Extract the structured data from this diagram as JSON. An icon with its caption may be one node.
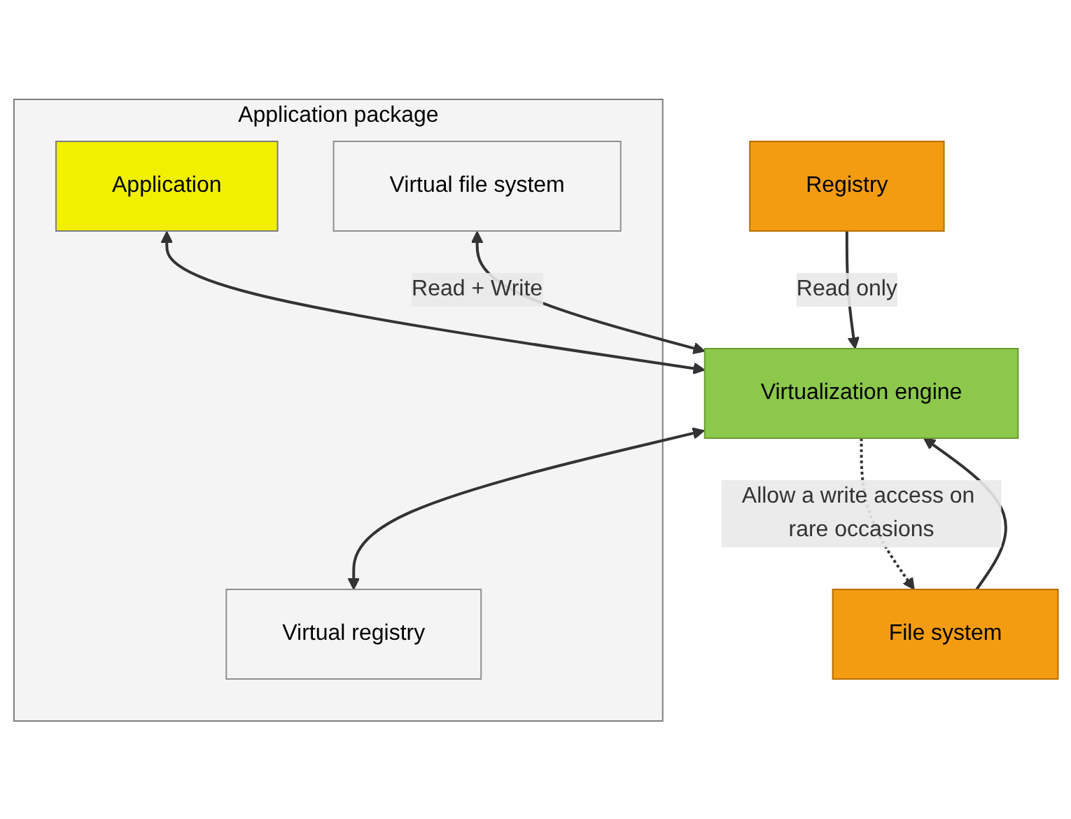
{
  "diagram": {
    "nodes": [
      {
        "text": [
          "Application package"
        ]
      },
      {
        "text": [
          "Application"
        ],
        "in": 0
      },
      {
        "text": [
          "Virtual registry"
        ],
        "in": 0
      },
      {
        "text": [
          "Virtual file system"
        ],
        "in": 0
      },
      {
        "text": [
          "Virtualization engine"
        ]
      },
      {
        "text": [
          "File system"
        ]
      },
      {
        "text": [
          "Registry"
        ]
      }
    ],
    "edges": [
      {
        "from": 1,
        "to": 4,
        "arrow": "both"
      },
      {
        "from": 4,
        "to": 2,
        "arrow": "both"
      },
      {
        "from": 3,
        "to": 4,
        "arrow": "both",
        "label": "Read + Write"
      },
      {
        "from": 5,
        "to": 4,
        "arrow": "to"
      },
      {
        "from": 6,
        "to": 4,
        "arrow": "to",
        "label": "Read only"
      },
      {
        "from": 4,
        "to": 5,
        "arrow": "to",
        "label": "Allow a write access on rare occasions",
        "style": "dashed"
      }
    ]
  }
}
